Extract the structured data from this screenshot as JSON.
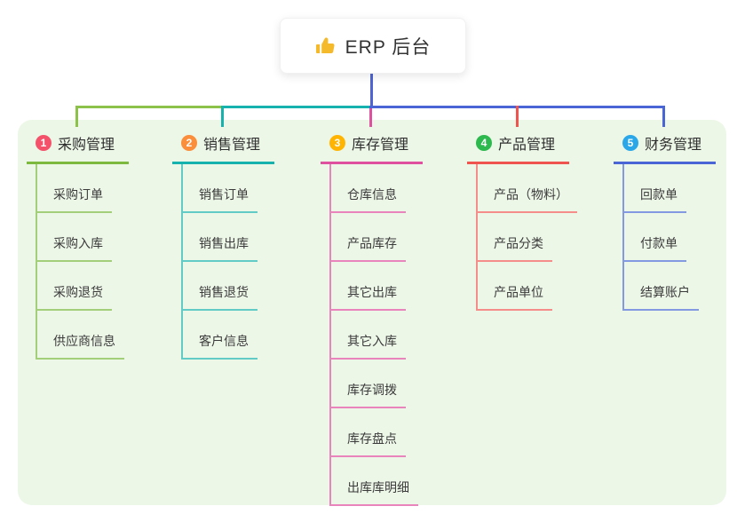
{
  "root": {
    "title": "ERP 后台",
    "icon": "thumbs-up-icon"
  },
  "canvas": {
    "background": "#ffffff",
    "panel_background": "#edf7e8"
  },
  "connectors": {
    "trunk_blue": "#4f64d2",
    "segment_green": "#8cc14a",
    "segment_teal": "#16b3ae",
    "segment_blue": "#4a66d6",
    "drop_magenta": "#df509e",
    "drop_red": "#f0544f"
  },
  "branches": [
    {
      "num": "1",
      "title": "采购管理",
      "badge_color": "#f4526a",
      "line_color": "#7cb93e",
      "items": [
        "采购订单",
        "采购入库",
        "采购退货",
        "供应商信息"
      ]
    },
    {
      "num": "2",
      "title": "销售管理",
      "badge_color": "#fa8e3b",
      "line_color": "#16b3ae",
      "items": [
        "销售订单",
        "销售出库",
        "销售退货",
        "客户信息"
      ]
    },
    {
      "num": "3",
      "title": "库存管理",
      "badge_color": "#ffb402",
      "line_color": "#df509e",
      "items": [
        "仓库信息",
        "产品库存",
        "其它出库",
        "其它入库",
        "库存调拨",
        "库存盘点",
        "出库库明细"
      ]
    },
    {
      "num": "4",
      "title": "产品管理",
      "badge_color": "#2eb94f",
      "line_color": "#f0544f",
      "items": [
        "产品（物料）",
        "产品分类",
        "产品单位"
      ]
    },
    {
      "num": "5",
      "title": "财务管理",
      "badge_color": "#2aa7e9",
      "line_color": "#4a66d6",
      "items": [
        "回款单",
        "付款单",
        "结算账户"
      ]
    }
  ]
}
